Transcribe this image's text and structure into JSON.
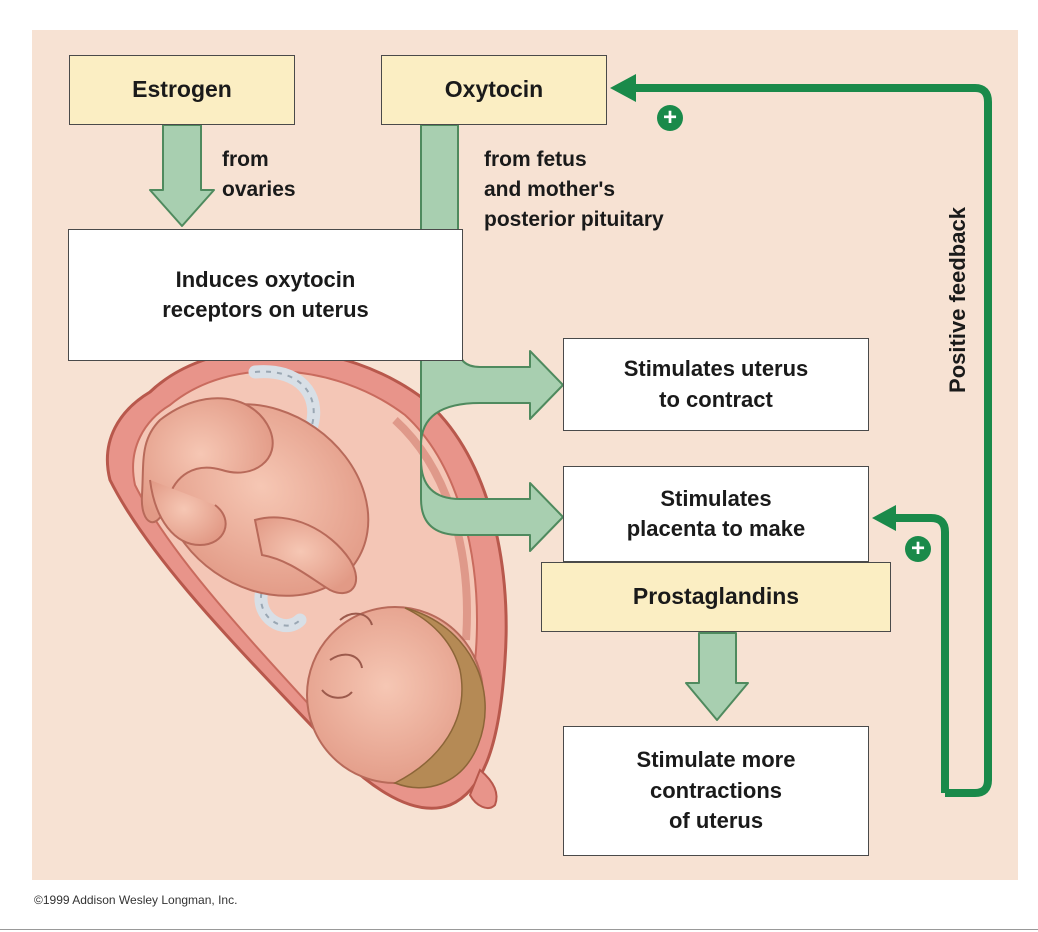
{
  "boxes": {
    "estrogen": "Estrogen",
    "oxytocin": "Oxytocin",
    "induces": "Induces oxytocin\nreceptors on uterus",
    "stim_uterus": "Stimulates uterus\nto contract",
    "stim_placenta": "Stimulates\nplacenta to make",
    "prostaglandins": "Prostaglandins",
    "stim_more": "Stimulate more\ncontractions\nof uterus"
  },
  "labels": {
    "from_ovaries": "from\novaries",
    "from_fetus": "from fetus\nand mother's\nposterior pituitary",
    "positive_feedback": "Positive feedback",
    "plus_sign": "+"
  },
  "copyright": "©1999 Addison Wesley Longman, Inc.",
  "colors": {
    "background_panel": "#f7e2d3",
    "cream_box": "#fbeec3",
    "arrow_fill": "#a8cfb0",
    "arrow_stroke": "#4f8a5e",
    "feedback_line": "#1a8a4a"
  }
}
